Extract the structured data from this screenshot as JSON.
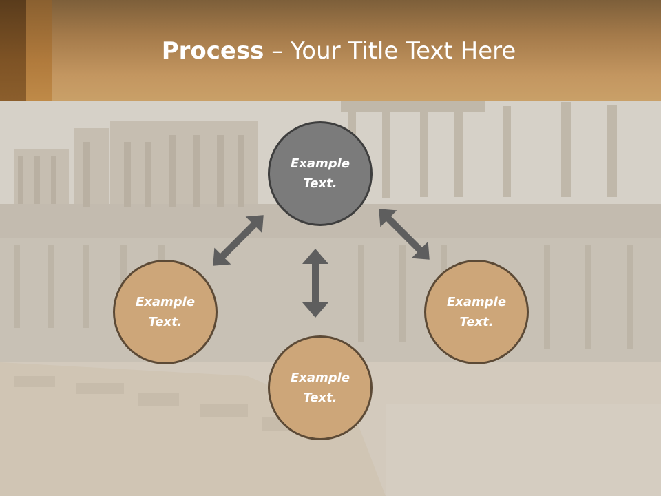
{
  "slide": {
    "title_bold": "Process",
    "title_rest": " – Your Title Text Here"
  },
  "diagram": {
    "nodes": [
      {
        "id": "top",
        "text_line1": "Example",
        "text_line2": "Text."
      },
      {
        "id": "left",
        "text_line1": "Example",
        "text_line2": "Text."
      },
      {
        "id": "bottom",
        "text_line1": "Example",
        "text_line2": "Text."
      },
      {
        "id": "right",
        "text_line1": "Example",
        "text_line2": "Text."
      }
    ]
  },
  "colors": {
    "header_brown": "#c39660",
    "node_gray": "#7b7b7b",
    "node_tan": "#cda679",
    "arrow_gray": "#5e5e5e"
  }
}
